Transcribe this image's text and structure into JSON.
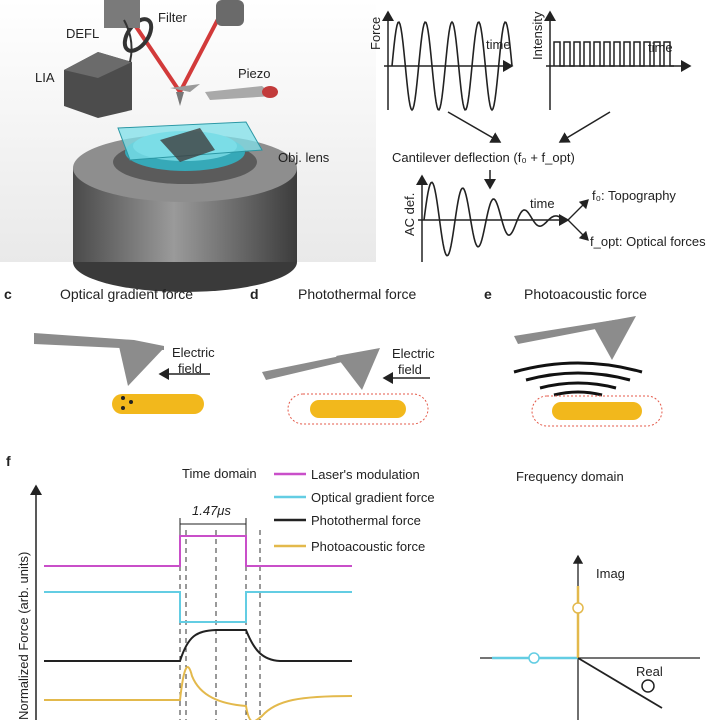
{
  "colors": {
    "laser": "#c94fc9",
    "gradient": "#63cde3",
    "photothermal": "#222222",
    "photoacoustic": "#e3b94c",
    "particle": "#f2b81c",
    "beam": "#d23a3a",
    "cantilever": "#8c8c8c"
  },
  "panel_a": {
    "defl": "DEFL",
    "filter": "Filter",
    "lia": "LIA",
    "piezo": "Piezo",
    "obj_lens": "Obj. lens"
  },
  "panel_b": {
    "force_axis": "Force",
    "intensity_axis": "Intensity",
    "time1": "time",
    "time2": "time",
    "cantilever_deflection": "Cantilever deflection (f₀ + f_opt)",
    "ac_axis": "AC def.",
    "time3": "time",
    "topography": "f₀: Topography",
    "optical_forces": "f_opt: Optical forces"
  },
  "panel_c": {
    "letter": "c",
    "title": "Optical gradient force",
    "field_line1": "Electric",
    "field_line2": "field"
  },
  "panel_d": {
    "letter": "d",
    "title": "Photothermal force",
    "field_line1": "Electric",
    "field_line2": "field"
  },
  "panel_e": {
    "letter": "e",
    "title": "Photoacoustic force"
  },
  "panel_f": {
    "letter": "f",
    "time_domain": "Time domain",
    "frequency_domain": "Frequency domain",
    "y_axis": "Normalized Force (arb. units)",
    "pulse_width": "1.47μs",
    "imag": "Imag",
    "real": "Real",
    "legend": [
      {
        "label": "Laser's modulation",
        "color": "#c94fc9"
      },
      {
        "label": "Optical gradient force",
        "color": "#63cde3"
      },
      {
        "label": "Photothermal force",
        "color": "#222222"
      },
      {
        "label": "Photoacoustic force",
        "color": "#e3b94c"
      }
    ]
  }
}
